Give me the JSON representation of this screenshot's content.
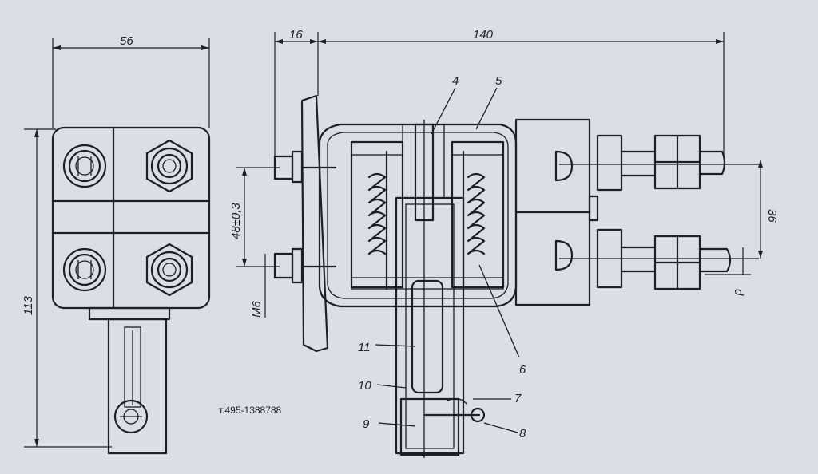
{
  "left_view": {
    "dim_width": "56",
    "dim_height": "113"
  },
  "side_view": {
    "dim_offset": "16",
    "dim_length": "140",
    "dim_spacing": "48±0,3",
    "dim_thread": "М6",
    "dim_terminal_spacing": "36",
    "dim_diameter": "d",
    "callouts": [
      "4",
      "5",
      "6",
      "7",
      "8",
      "9",
      "10",
      "11"
    ]
  },
  "phone_watermark": "т.495-1388788"
}
